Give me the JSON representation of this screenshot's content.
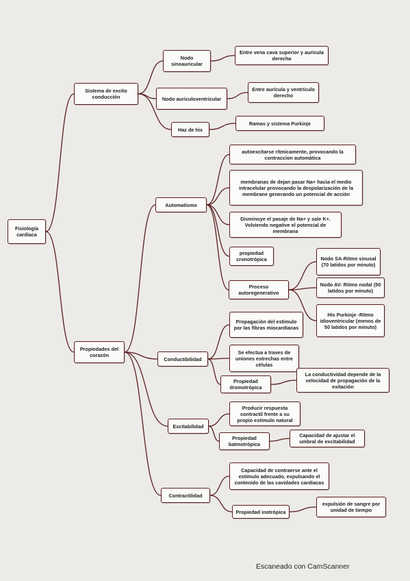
{
  "nodes": {
    "root": "Fisiología cardíaca",
    "sistema": "Sistema de excito conducción",
    "nodo_sa": "Nodo sinoauricular",
    "nodo_av": "Nodo auriculoventricular",
    "haz_his": "Haz de his",
    "sa_desc": "Entre vena cava superior y aurícula derecha",
    "av_desc": "Entre aurícula y ventrículo derecho",
    "his_desc": "Ramas y sistema Purkinje",
    "propiedades": "Propiedades del corazón",
    "automatismo": "Automatismo",
    "auto_1": "autoexcitarse rítmicamente, provocando la contraccion automática",
    "auto_2": "membranas de dejan pasar Na+ hacia el medio intracelular provocando la despolarización de la membrane generando un potencial de acción",
    "auto_3": "Disminuye el pasaje de Na+ y sale K+. Volviendo negative el potencial de membrana",
    "auto_4": "propiedad cronotrópica",
    "auto_5": "Proceso autoregenerativo",
    "ritmo_sa": "Nodo SA-Ritmo sinusal (70 latidos por minuto)",
    "ritmo_av": "Nodo AV- Ritmo nodal (50 latidos por minuto)",
    "ritmo_his": "His Purkinje -Ritmo idioventricular (menos de 50 latidos por minuto)",
    "conductibilidad": "Conductibilidad",
    "cond_1": "Propagación del estímulo por las fibras miocardiacas",
    "cond_2": "Se efectua a traves de uniones estrechas entre células",
    "cond_3": "Propiedad dromotrópica",
    "cond_3_desc": "La conductividad depende de la velocidad de propagación de la exitación",
    "excitabilidad": "Excitabilidad",
    "exc_1": "Producir respuesta contractil frente a su propio estimulo natural",
    "exc_2": "Propiedad batmotrópica",
    "exc_2_desc": "Capacidad de ajustar el umbral de excitabilidad",
    "contractilidad": "Contractilidad",
    "cont_1": "Capacidad de contraerse ante el estímulo adecuado, expulsando el contenido de las cavidades cardiacas",
    "cont_2": "Propiedad inotrópica",
    "cont_2_desc": "expulsión de sangre por unidad de tiempo"
  },
  "footer": "Escaneado con CamScanner",
  "colors": {
    "line": "#5a1d1d",
    "box_border": "#5a1d1d",
    "box_fill": "#fbfbf9",
    "background": "#ecebe8"
  }
}
